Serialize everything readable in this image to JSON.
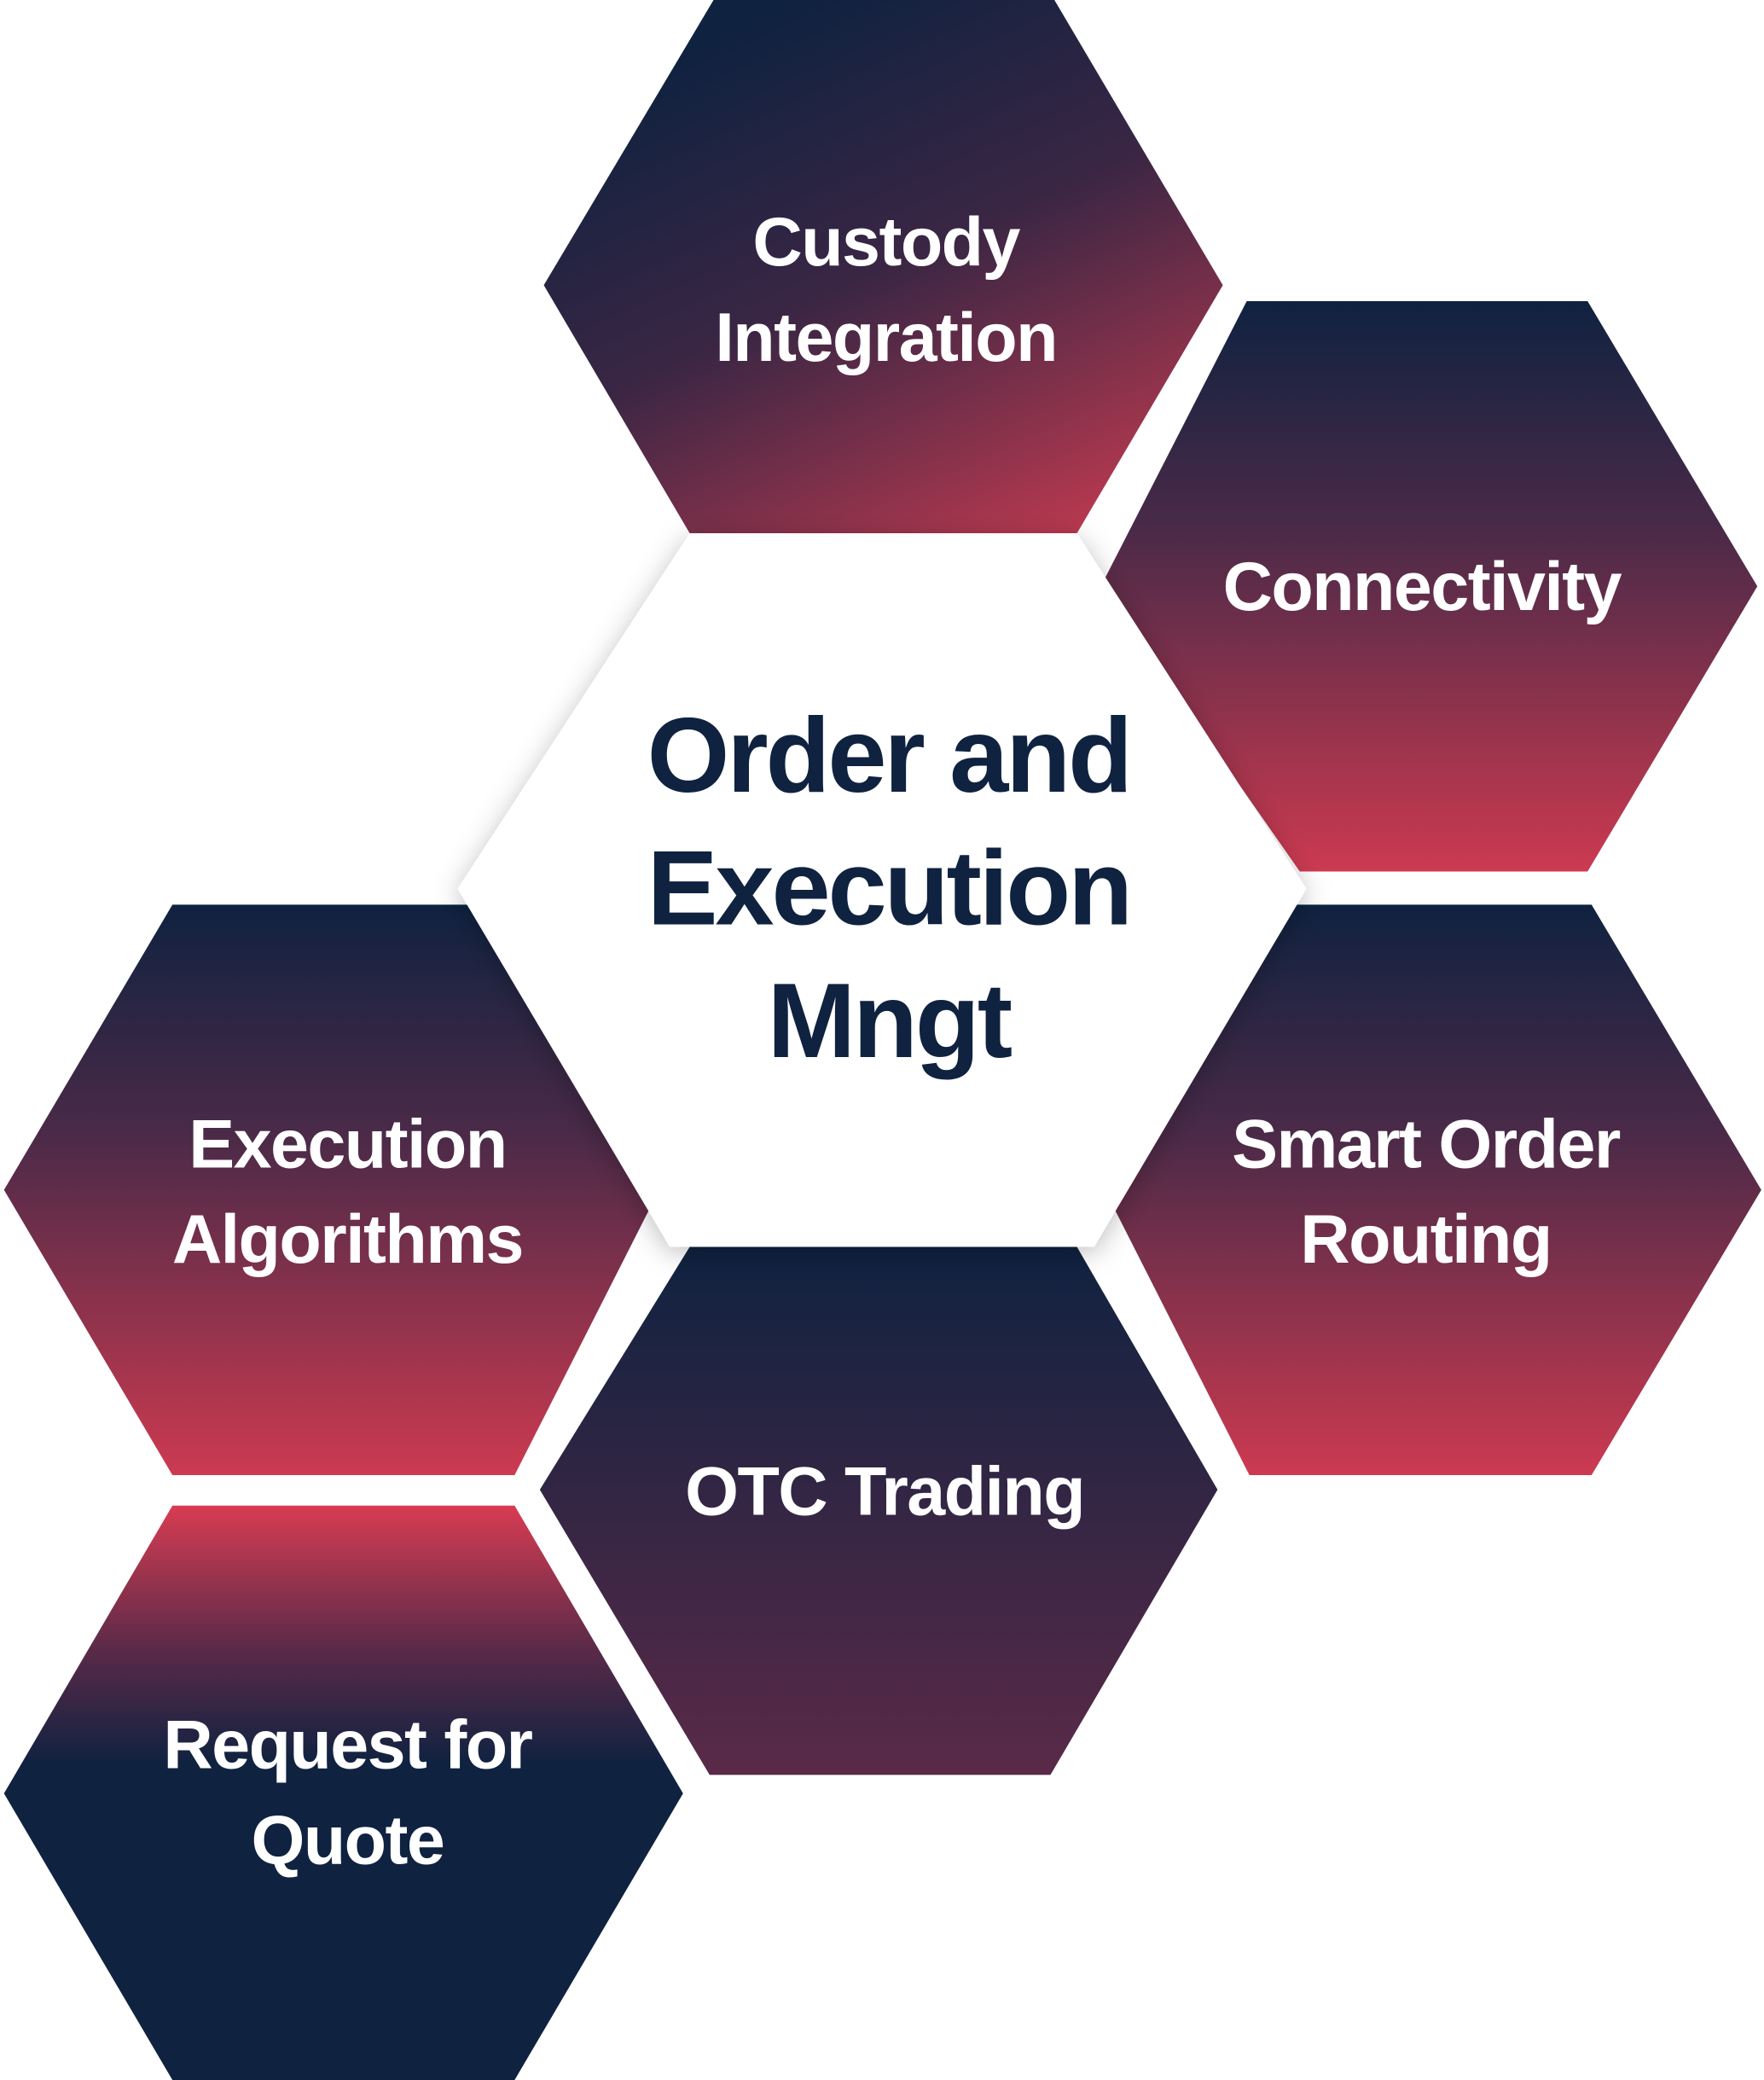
{
  "center": {
    "line1": "Order and",
    "line2": "Execution",
    "line3": "Mngt"
  },
  "hexagons": [
    {
      "line1": "Custody",
      "line2": "Integration"
    },
    {
      "line1": "Connectivity"
    },
    {
      "line1": "Execution",
      "line2": "Algorithms"
    },
    {
      "line1": "Smart Order",
      "line2": "Routing"
    },
    {
      "line1": "OTC Trading"
    },
    {
      "line1": "Request for",
      "line2": "Quote"
    }
  ],
  "colors": {
    "navy": "#0f2240",
    "crimson": "#cc3a50",
    "plum": "#5a2a48",
    "center_fill": "#ffffff"
  }
}
